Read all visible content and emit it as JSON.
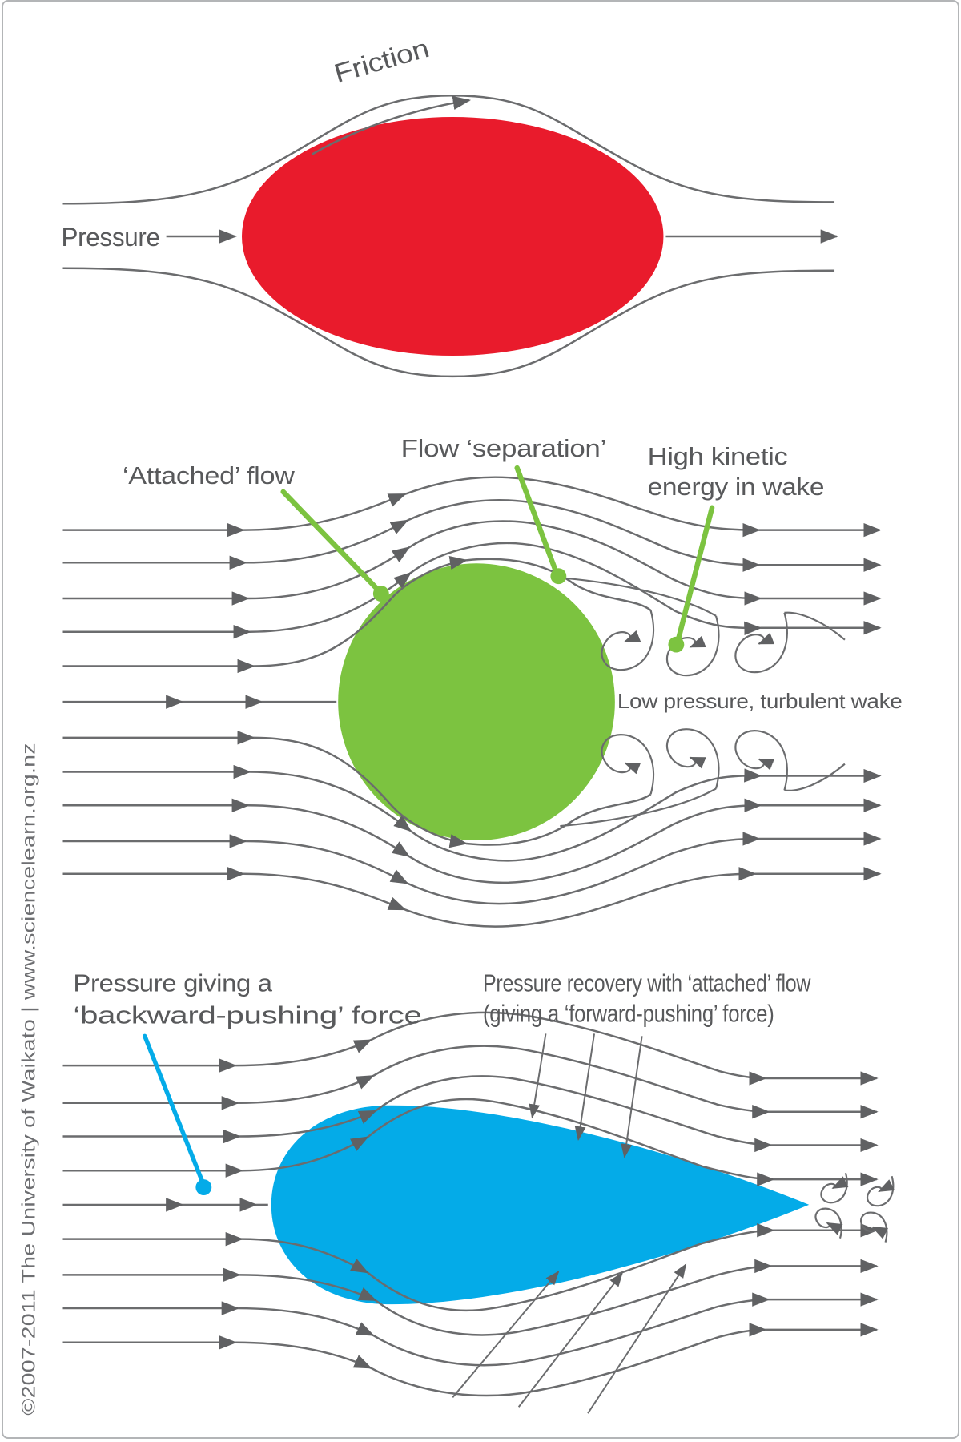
{
  "colors": {
    "body_red": "#e91b2c",
    "body_green": "#7cc340",
    "body_blue": "#04abe8",
    "streamline_grey": "#6b6c6e",
    "arrowhead_grey": "#606163",
    "label_grey": "#58595b",
    "callout_green": "#7cc340",
    "callout_blue": "#04abe8",
    "border_grey": "#b3b5b7",
    "watermark_grey": "#6d6e71"
  },
  "top_diagram": {
    "friction_label": "Friction",
    "pressure_label": "Pressure"
  },
  "middle_diagram": {
    "attached_flow_label": "‘Attached’ flow",
    "flow_separation_label": "Flow ‘separation’",
    "high_kinetic_label_line1": "High kinetic",
    "high_kinetic_label_line2": "energy in wake",
    "wake_label": "Low pressure, turbulent wake"
  },
  "bottom_diagram": {
    "backward_label_line1": "Pressure giving a",
    "backward_label_line2": "‘backward-pushing’ force",
    "recovery_label_line1": "Pressure recovery with ‘attached’ flow",
    "recovery_label_line2": "(giving a ‘forward-pushing’ force)"
  },
  "footer": {
    "copyright": "©2007-2011 The University of Waikato | www.sciencelearn.org.nz"
  }
}
